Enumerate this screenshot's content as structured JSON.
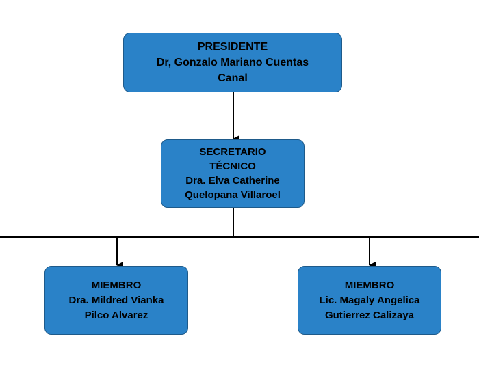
{
  "president": {
    "role": "PRESIDENTE",
    "name_line1": "Dr, Gonzalo Mariano Cuentas",
    "name_line2": "Canal"
  },
  "secretary": {
    "role_line1": "SECRETARIO",
    "role_line2": "TÉCNICO",
    "name_line1": "Dra. Elva Catherine",
    "name_line2": "Quelopana Villaroel"
  },
  "members": [
    {
      "role": "MIEMBRO",
      "name_line1": "Dra. Mildred Vianka",
      "name_line2": "Pilco Alvarez"
    },
    {
      "role": "MIEMBRO",
      "name_line1": "Lic. Magaly Angelica",
      "name_line2": "Gutierrez Calizaya"
    }
  ],
  "colors": {
    "box_fill": "#2a82c8",
    "box_border": "#1e5a8a",
    "connector": "#000000"
  }
}
